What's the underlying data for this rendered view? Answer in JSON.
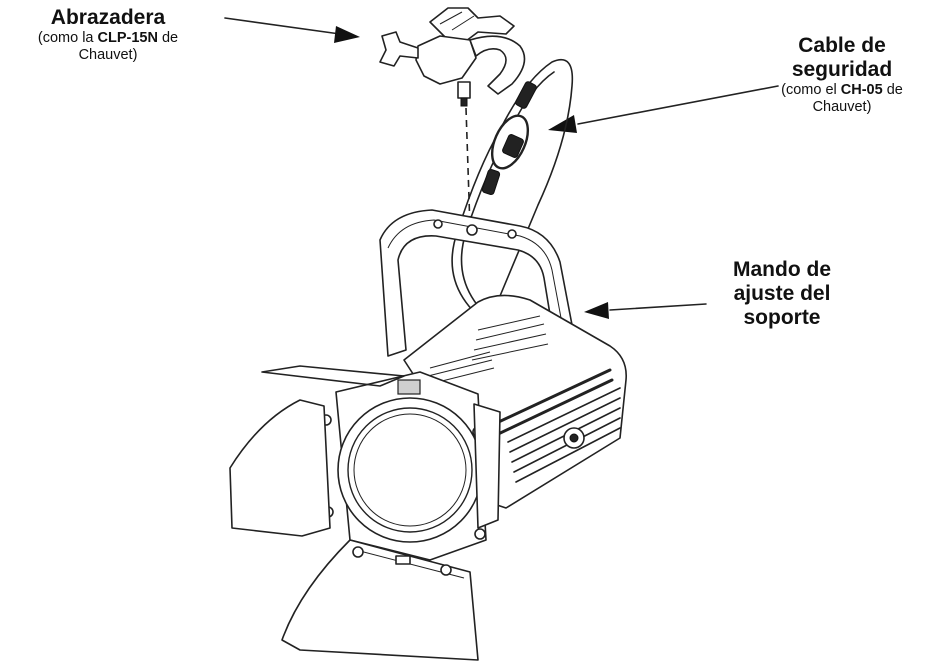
{
  "labels": {
    "clamp": {
      "title": "Abrazadera",
      "prefix": "(como la ",
      "model": "CLP-15N",
      "suffix": " de Chauvet)"
    },
    "safety_cable": {
      "title": "Cable de seguridad",
      "prefix": "(como el ",
      "model": "CH-05",
      "suffix": " de Chauvet)"
    },
    "bracket_knob": {
      "title": "Mando de ajuste del soporte"
    }
  },
  "colors": {
    "line": "#222222",
    "background": "#ffffff"
  }
}
